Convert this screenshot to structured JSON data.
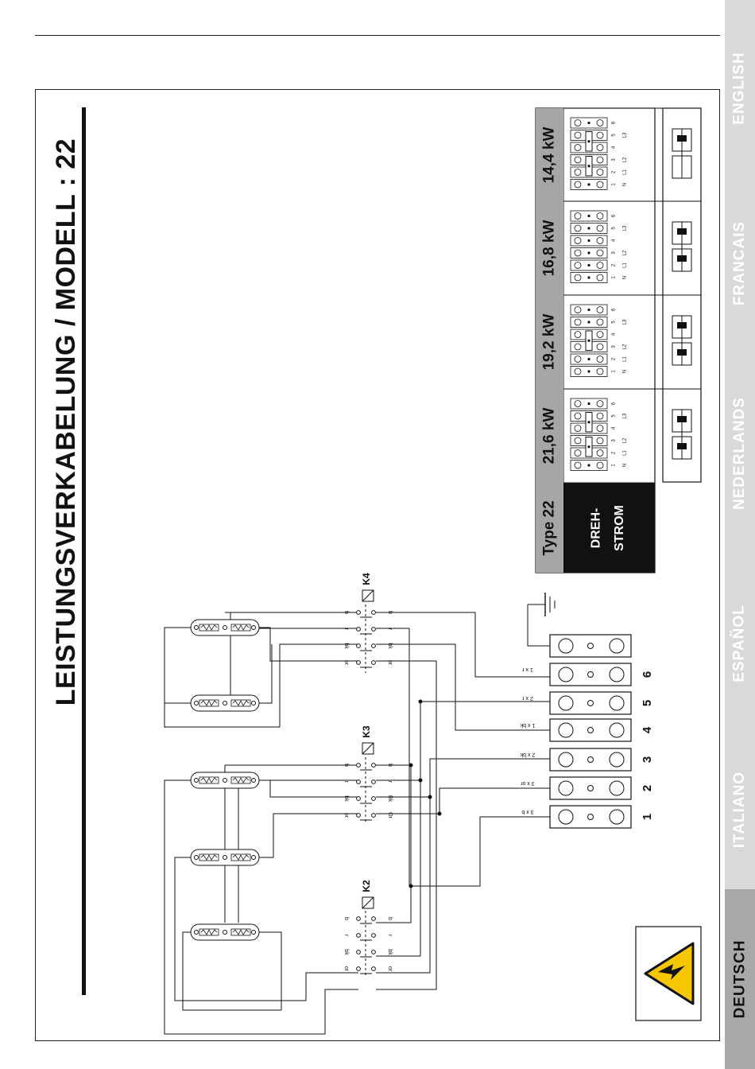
{
  "title": "LEISTUNGSVERKABELUNG / MODELL : 22",
  "languages": [
    {
      "label": "ENGLISH",
      "active": false
    },
    {
      "label": "FRANCAIS",
      "active": false
    },
    {
      "label": "NEDERLANDS",
      "active": false
    },
    {
      "label": "ESPAÑOL",
      "active": false
    },
    {
      "label": "ITALIANO",
      "active": false
    },
    {
      "label": "DEUTSCH",
      "active": true
    }
  ],
  "table": {
    "type_label": "Type 22",
    "supply_label_line1": "DREH-",
    "supply_label_line2": "STROM",
    "powers": [
      "14,4 kW",
      "16,8 kW",
      "19,2 kW",
      "21,6 kW"
    ],
    "terminal_numbers": [
      "1",
      "2",
      "3",
      "4",
      "5",
      "6"
    ],
    "terminal_phases": [
      "N",
      "L1",
      "L2",
      "",
      "L3",
      ""
    ]
  },
  "relays": [
    "K4",
    "K3",
    "K2"
  ],
  "contact_labels": [
    "b",
    "r",
    "bk",
    "or"
  ],
  "contact_labels_k3_right": [
    "b",
    "r",
    "Bk",
    "Or"
  ],
  "terminal_block": {
    "numbers": [
      "6",
      "5",
      "4",
      "3",
      "2",
      "1"
    ],
    "wire_labels": [
      "1 x r",
      "2 x r",
      "1 x bk",
      "2 x bk",
      "3 x or",
      "3 x b"
    ]
  },
  "colors": {
    "ink": "#111111",
    "header_gray": "#a6a6a6",
    "dark_cell": "#111111",
    "warning_yellow": "#f6c600"
  }
}
